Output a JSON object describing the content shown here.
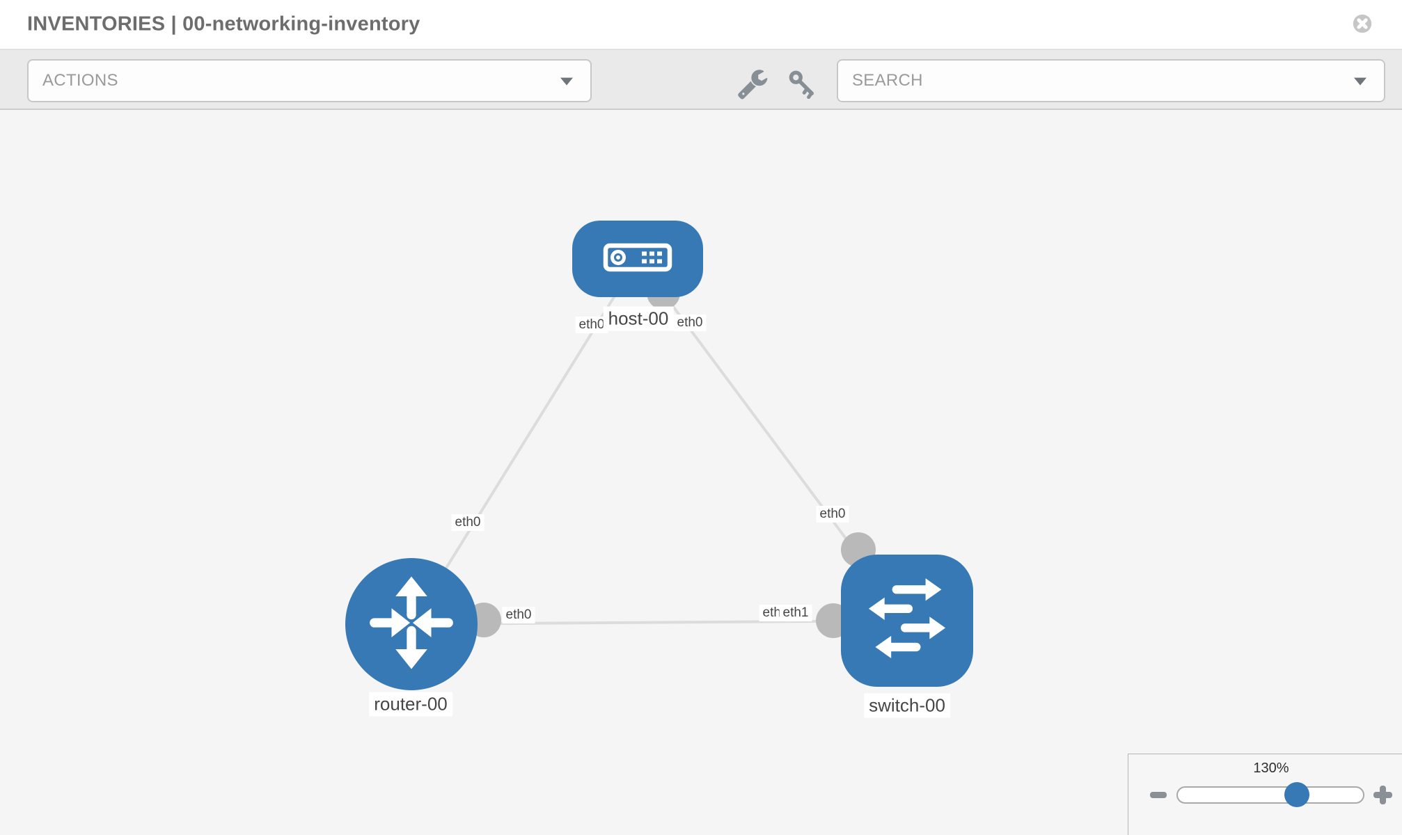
{
  "header": {
    "title": "INVENTORIES | 00-networking-inventory",
    "close_icon": "times-circle-icon"
  },
  "toolbar": {
    "actions": {
      "label": "ACTIONS",
      "caret_icon": "chevron-down-icon"
    },
    "search": {
      "label": "SEARCH",
      "caret_icon": "chevron-down-icon"
    },
    "tools": {
      "wrench_icon": "wrench-icon",
      "key_icon": "key-icon"
    }
  },
  "topology": {
    "nodes": [
      {
        "id": "host-00",
        "type": "host",
        "label": "host-00",
        "icon": "server-icon"
      },
      {
        "id": "router-00",
        "type": "router",
        "label": "router-00",
        "icon": "router-arrows-icon"
      },
      {
        "id": "switch-00",
        "type": "switch",
        "label": "switch-00",
        "icon": "switch-arrows-icon"
      }
    ],
    "links": [
      {
        "from": "host-00",
        "to": "router-00"
      },
      {
        "from": "host-00",
        "to": "switch-00"
      },
      {
        "from": "router-00",
        "to": "switch-00"
      }
    ],
    "interface_labels": [
      {
        "node": "host-00",
        "link": "host-router",
        "text": "eth0"
      },
      {
        "node": "host-00",
        "link": "host-switch",
        "text": "eth0"
      },
      {
        "node": "router-00",
        "link": "host-router",
        "text": "eth0"
      },
      {
        "node": "router-00",
        "link": "router-switch",
        "text": "eth0"
      },
      {
        "node": "switch-00",
        "link": "host-switch",
        "text": "eth0"
      },
      {
        "node": "switch-00",
        "link": "router-switch",
        "text": "eth0"
      },
      {
        "node": "switch-00",
        "link": "router-switch",
        "text": "eth1"
      }
    ]
  },
  "zoom_control": {
    "level": "130%",
    "minus_icon": "minus-icon",
    "plus_icon": "plus-icon"
  },
  "colors": {
    "node_blue": "#3779b5",
    "link_gray": "#dcdcdc",
    "port_gray": "#b9b9b9",
    "toolbar_gray": "#eaeaea"
  }
}
